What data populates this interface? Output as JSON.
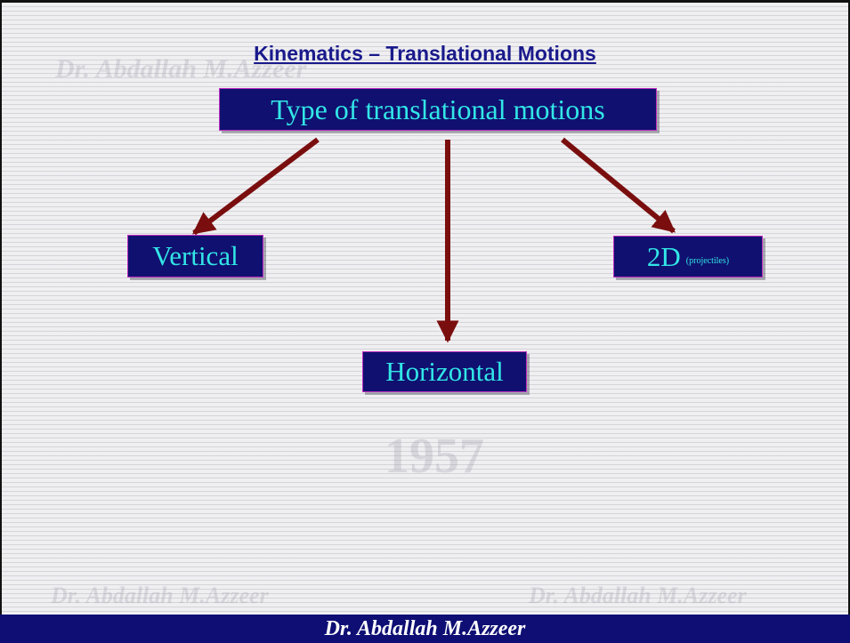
{
  "slide": {
    "title": "Kinematics – Translational Motions",
    "root_label": "Type of translational motions",
    "children": {
      "vertical": "Vertical",
      "horizontal": "Horizontal",
      "two_d_main": "2D",
      "two_d_sub": "(projectiles)"
    },
    "arrow_color": "#7a0e0e",
    "box_fill_color": "#101070",
    "box_text_color": "#32e6e6",
    "box_border_color": "#c030c0"
  },
  "watermark": {
    "text": "Dr. Abdallah M.Azzeer",
    "year": "1957"
  },
  "footer": {
    "author": "Dr. Abdallah M.Azzeer"
  }
}
